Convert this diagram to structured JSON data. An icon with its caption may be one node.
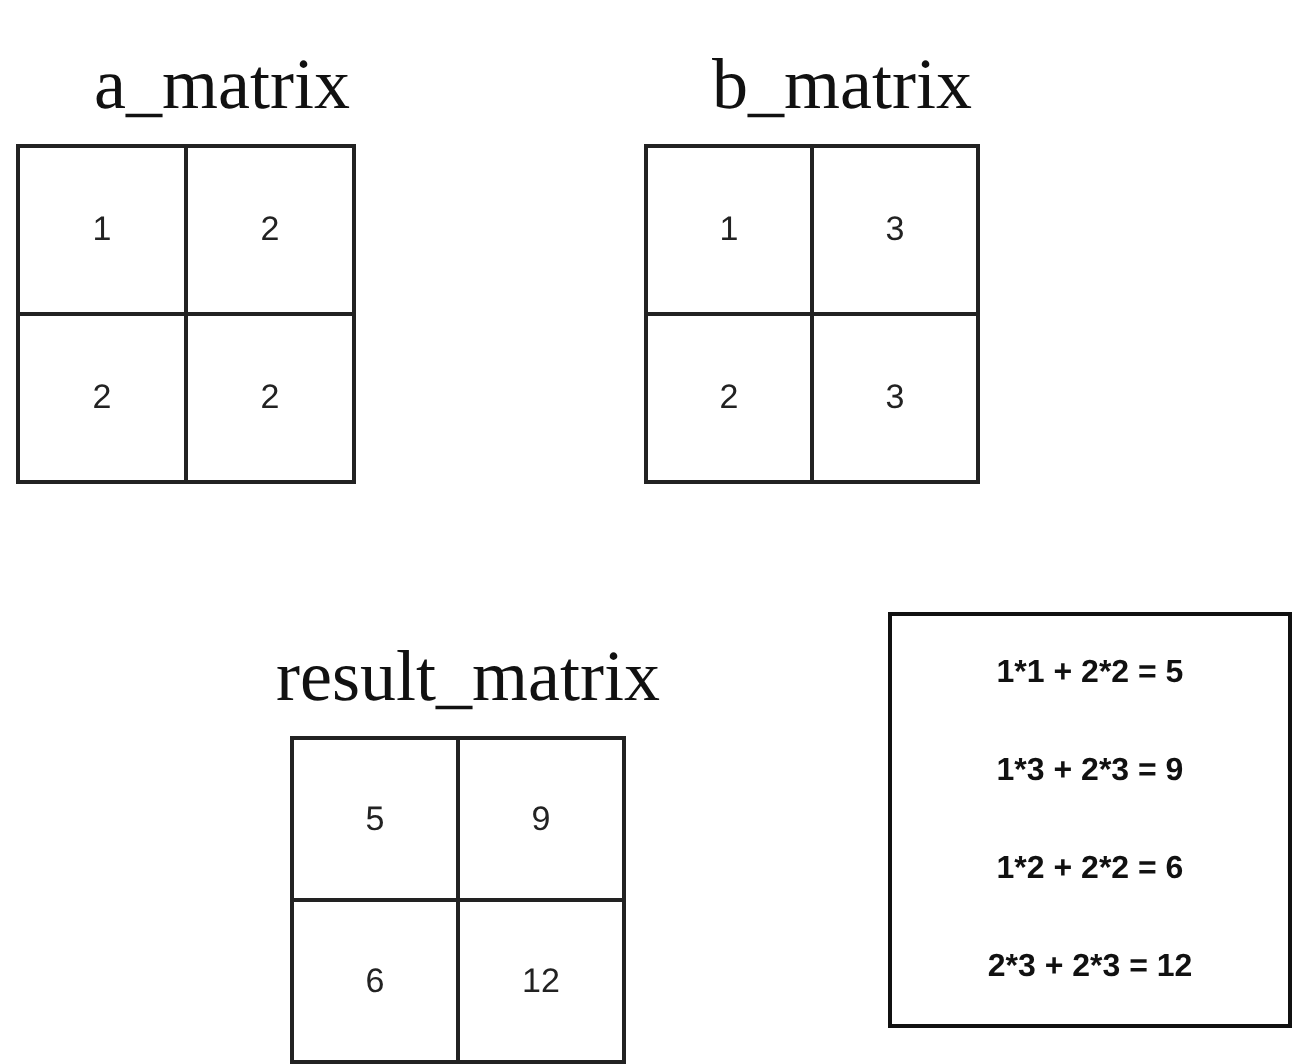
{
  "diagram": {
    "nodes": [
      {
        "text": [
          "a_matrix"
        ]
      },
      {
        "text": [
          "1"
        ],
        "in": 0
      },
      {
        "text": [
          "2"
        ],
        "in": 0
      },
      {
        "text": [
          "2"
        ],
        "in": 0
      },
      {
        "text": [
          "2"
        ],
        "in": 0
      },
      {
        "text": [
          "b_matrix"
        ]
      },
      {
        "text": [
          "1"
        ],
        "in": 5
      },
      {
        "text": [
          "3"
        ],
        "in": 5
      },
      {
        "text": [
          "2"
        ],
        "in": 5
      },
      {
        "text": [
          "3"
        ],
        "in": 5
      },
      {
        "text": [
          "result_matrix"
        ]
      },
      {
        "text": [
          "5"
        ],
        "in": 10
      },
      {
        "text": [
          "9"
        ],
        "in": 10
      },
      {
        "text": [
          "6"
        ],
        "in": 10
      },
      {
        "text": [
          "12"
        ],
        "in": 10
      },
      {
        "text": [
          "1*1 + 2*2 = 5",
          "1*3 + 2*3 = 9",
          "1*2 + 2*2 = 6",
          "2*3 + 2*3 = 12"
        ]
      }
    ]
  }
}
